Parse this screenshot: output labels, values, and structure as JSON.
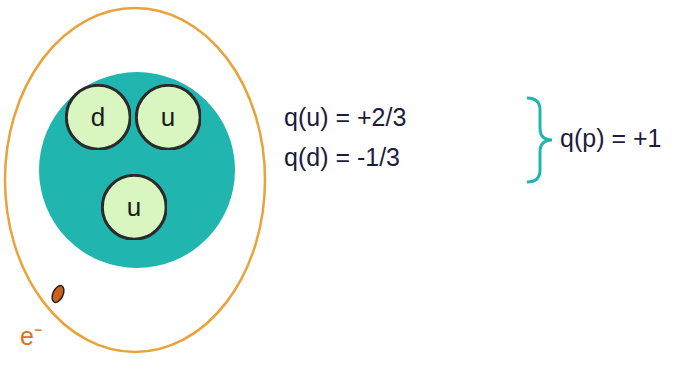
{
  "diagram": {
    "nodes": [
      {
        "text": [
          "d"
        ]
      },
      {
        "text": [
          "u"
        ]
      },
      {
        "text": [
          "u"
        ]
      }
    ],
    "labels": [
      "q(u) = +2/3",
      "q(d) = -1/3",
      "q(p) = +1",
      "e⁻"
    ]
  }
}
